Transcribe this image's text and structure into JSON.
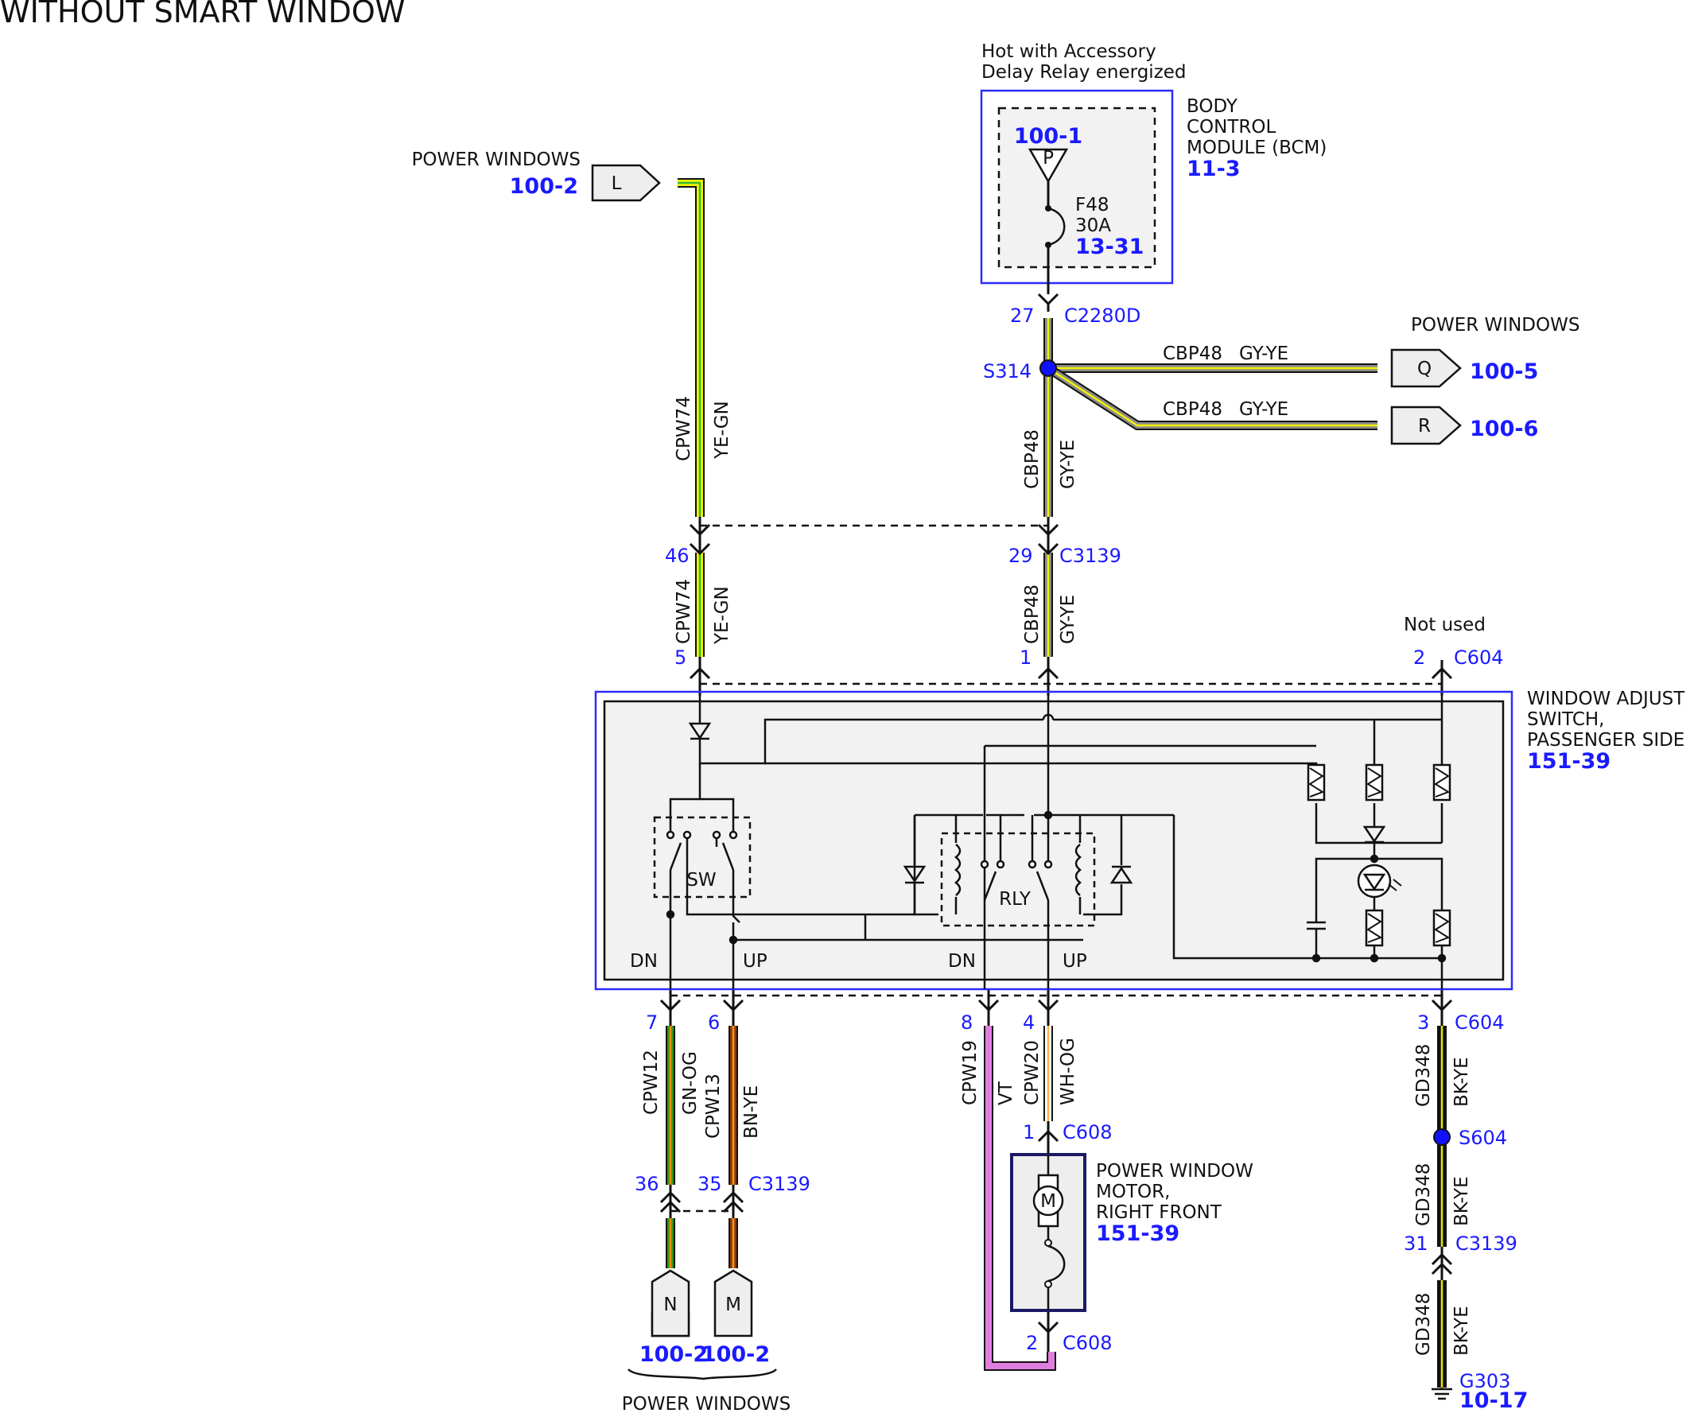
{
  "header": {
    "title": "WITHOUT SMART WINDOW"
  },
  "bcm": {
    "note_line1": "Hot with Accessory",
    "note_line2": "Delay Relay energized",
    "name_line1": "BODY",
    "name_line2": "CONTROL",
    "name_line3": "MODULE (BCM)",
    "ref": "11-3",
    "source_ref": "100-1",
    "source_letter": "P",
    "fuse_name": "F48",
    "fuse_rating": "30A",
    "fuse_ref": "13-31"
  },
  "conn_l": {
    "label": "POWER WINDOWS",
    "ref": "100-2",
    "letter": "L"
  },
  "conn_q": {
    "label": "POWER WINDOWS",
    "ref": "100-5",
    "letter": "Q"
  },
  "conn_r": {
    "ref": "100-6",
    "letter": "R"
  },
  "c2280d": {
    "pin": "27",
    "name": "C2280D"
  },
  "splice_s314": {
    "name": "S314"
  },
  "wire_cbp48_q": {
    "circuit": "CBP48",
    "color": "GY-YE"
  },
  "wire_cbp48_r": {
    "circuit": "CBP48",
    "color": "GY-YE"
  },
  "wire_cpw74_upper": {
    "circuit": "CPW74",
    "color": "YE-GN"
  },
  "wire_cbp48_upper": {
    "circuit": "CBP48",
    "color": "GY-YE"
  },
  "c3139_top": {
    "pin_left": "46",
    "pin_right": "29",
    "name": "C3139"
  },
  "wire_cpw74_lower": {
    "circuit": "CPW74",
    "color": "YE-GN"
  },
  "wire_cbp48_lower": {
    "circuit": "CBP48",
    "color": "GY-YE"
  },
  "c604_top": {
    "pin_a": "5",
    "pin_b": "1",
    "pin_c": "2",
    "name": "C604",
    "not_used": "Not used"
  },
  "switch_module": {
    "name_line1": "WINDOW ADJUST",
    "name_line2": "SWITCH,",
    "name_line3": "PASSENGER SIDE",
    "ref": "151-39",
    "sw_label": "SW",
    "rly_label": "RLY",
    "dn1": "DN",
    "up1": "UP",
    "dn2": "DN",
    "up2": "UP"
  },
  "c604_bottom": {
    "pin_a": "7",
    "pin_b": "6",
    "pin_c": "8",
    "pin_d": "4",
    "pin_e": "3",
    "name": "C604"
  },
  "wire_cpw12": {
    "circuit": "CPW12",
    "color": "GN-OG"
  },
  "wire_cpw13": {
    "circuit": "CPW13",
    "color": "BN-YE"
  },
  "wire_cpw19": {
    "circuit": "CPW19",
    "color": "VT"
  },
  "wire_cpw20": {
    "circuit": "CPW20",
    "color": "WH-OG"
  },
  "wire_gd348_a": {
    "circuit": "GD348",
    "color": "BK-YE"
  },
  "wire_gd348_b": {
    "circuit": "GD348",
    "color": "BK-YE"
  },
  "wire_gd348_c": {
    "circuit": "GD348",
    "color": "BK-YE"
  },
  "splice_s604": {
    "name": "S604"
  },
  "c3139_bottom": {
    "pin_a": "36",
    "pin_b": "35",
    "pin_c": "31",
    "name": "C3139",
    "name2": "C3139"
  },
  "c608_top": {
    "pin": "1",
    "name": "C608"
  },
  "c608_bottom": {
    "pin": "2",
    "name": "C608"
  },
  "motor": {
    "name_line1": "POWER WINDOW",
    "name_line2": "MOTOR,",
    "name_line3": "RIGHT FRONT",
    "ref": "151-39",
    "symbol": "M"
  },
  "conn_n": {
    "letter": "N",
    "ref": "100-2"
  },
  "conn_m": {
    "letter": "M",
    "ref": "100-2"
  },
  "bottom_label": "POWER WINDOWS",
  "ground": {
    "name": "G303",
    "ref": "10-17"
  },
  "wire_colors": {
    "GY-YE": [
      "#8c8c8c",
      "#f2f200"
    ],
    "YE-GN": [
      "#f2f200",
      "#33bb33"
    ],
    "GN-OG": [
      "#2b9a1a",
      "#ff8c00"
    ],
    "BN-YE": [
      "#8b3a0f",
      "#ff9a00"
    ],
    "VT": [
      "#e07ee0",
      "#e07ee0"
    ],
    "WH-OG": [
      "#ffffff",
      "#ffb347"
    ],
    "BK-YE": [
      "#111111",
      "#e6e600"
    ],
    "splice": "#1010ff"
  }
}
